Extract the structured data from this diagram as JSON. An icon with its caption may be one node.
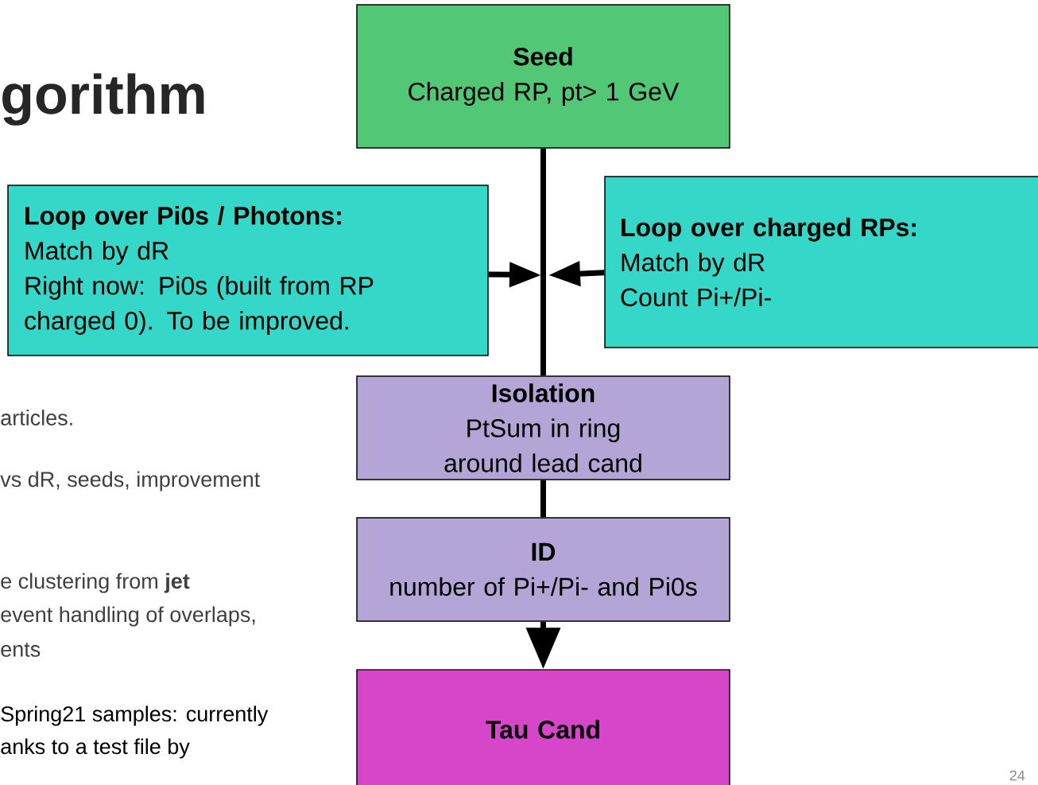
{
  "diagram": {
    "title": "gorithm",
    "nodes": [
      {
        "text": [
          "Seed",
          "Charged RP, pt> 1 GeV"
        ]
      },
      {
        "text": [
          "Loop over Pi0s / Photons:",
          "Match by dR",
          "Right now: Pi0s (built from RP charged 0). To be improved."
        ]
      },
      {
        "text": [
          "Loop over charged RPs:",
          "Match by dR",
          "Count Pi+/Pi-"
        ]
      },
      {
        "text": [
          "Isolation",
          "PtSum in ring around lead cand"
        ]
      },
      {
        "text": [
          "ID",
          "number of Pi+/Pi- and Pi0s"
        ]
      },
      {
        "text": [
          "Tau Cand"
        ]
      }
    ],
    "edges": [
      {
        "from": 0,
        "to": 3,
        "arrow": "none"
      },
      {
        "from": 1,
        "to": null,
        "arrow": "to"
      },
      {
        "from": 2,
        "to": null,
        "arrow": "to"
      },
      {
        "from": 3,
        "to": 4,
        "arrow": "none"
      },
      {
        "from": 4,
        "to": 5,
        "arrow": "to"
      }
    ],
    "labels": [
      "articles.",
      "vs dR, seeds, improvement",
      "e clustering from **jet**",
      "event handling of overlaps,",
      "ents",
      "Spring21 samples: currently",
      "anks to a test file by",
      "24"
    ]
  }
}
